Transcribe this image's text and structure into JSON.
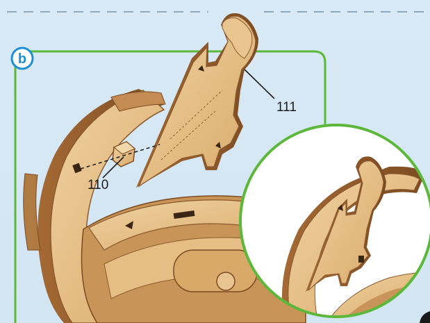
{
  "step": {
    "label": "b"
  },
  "callouts": {
    "part_111": "111",
    "part_110": "110"
  },
  "colors": {
    "background": "#d6e8f4",
    "frame_green": "#5cb83a",
    "step_blue": "#1c8fd6",
    "wood_light": "#e8c491",
    "wood_mid": "#d9a96a",
    "wood_dark": "#8a5a2e",
    "leader_line": "#1a1a1a"
  }
}
